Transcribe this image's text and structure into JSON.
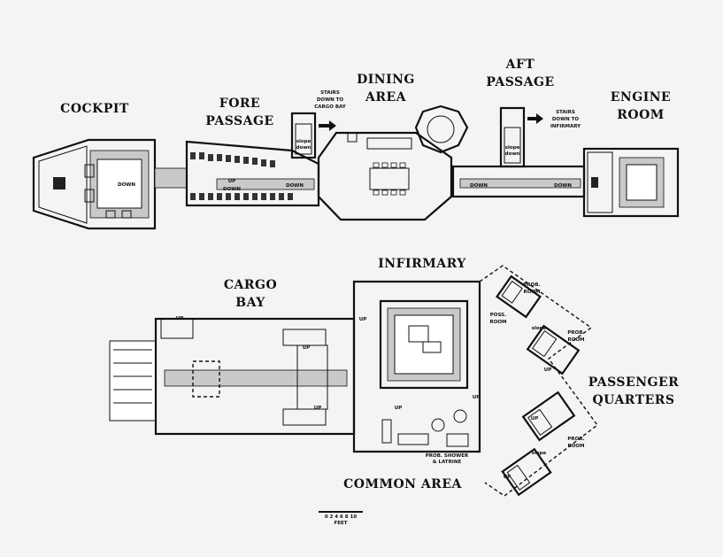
{
  "title_labels": {
    "cockpit": "COCKPIT",
    "fore_passage_1": "FORE",
    "fore_passage_2": "PASSAGE",
    "dining_area_1": "DINING",
    "dining_area_2": "AREA",
    "aft_passage_1": "AFT",
    "aft_passage_2": "PASSAGE",
    "engine_room_1": "ENGINE",
    "engine_room_2": "ROOM",
    "cargo_bay_1": "CARGO",
    "cargo_bay_2": "BAY",
    "infirmary": "INFIRMARY",
    "passenger_quarters_1": "PASSENGER",
    "passenger_quarters_2": "QUARTERS",
    "common_area": "COMMON AREA"
  },
  "notes": {
    "stairs_cargo_1": "STAIRS",
    "stairs_cargo_2": "DOWN TO",
    "stairs_cargo_3": "CARGO BAY",
    "stairs_infirmary_1": "STAIRS",
    "stairs_infirmary_2": "DOWN TO",
    "stairs_infirmary_3": "INFIRMARY",
    "shower_1": "PROB. SHOWER",
    "shower_2": "& LATRINE",
    "prob_room_1": "PROB.",
    "prob_room_2": "ROOM",
    "poss_room_1": "POSS.",
    "poss_room_2": "ROOM",
    "slope": "slope",
    "slope_down_1": "slope",
    "slope_down_2": "down"
  },
  "arrows": {
    "down": "DOWN",
    "up": "UP"
  },
  "scale": {
    "numbers": "0 2 4 6 8 10",
    "unit": "FEET"
  }
}
